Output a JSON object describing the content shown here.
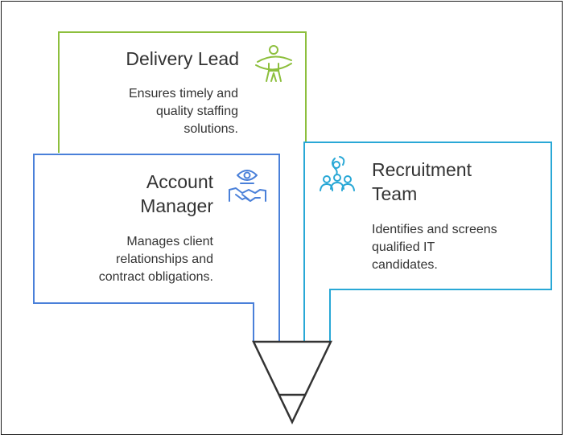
{
  "colors": {
    "delivery": "#8dbf3d",
    "account": "#4a80d9",
    "recruitment": "#29a8d6",
    "funnel": "#333333",
    "text": "#333333"
  },
  "delivery_lead": {
    "title": "Delivery Lead",
    "description_lines": [
      "Ensures timely and",
      "quality staffing",
      "solutions."
    ],
    "icon": "person-hula-hoop-icon"
  },
  "account_manager": {
    "title_lines": [
      "Account",
      "Manager"
    ],
    "description_lines": [
      "Manages client",
      "relationships and",
      "contract obligations."
    ],
    "icon": "eye-handshake-icon"
  },
  "recruitment_team": {
    "title_lines": [
      "Recruitment",
      "Team"
    ],
    "description_lines": [
      "Identifies and screens",
      "qualified IT",
      "candidates."
    ],
    "icon": "team-people-icon"
  }
}
